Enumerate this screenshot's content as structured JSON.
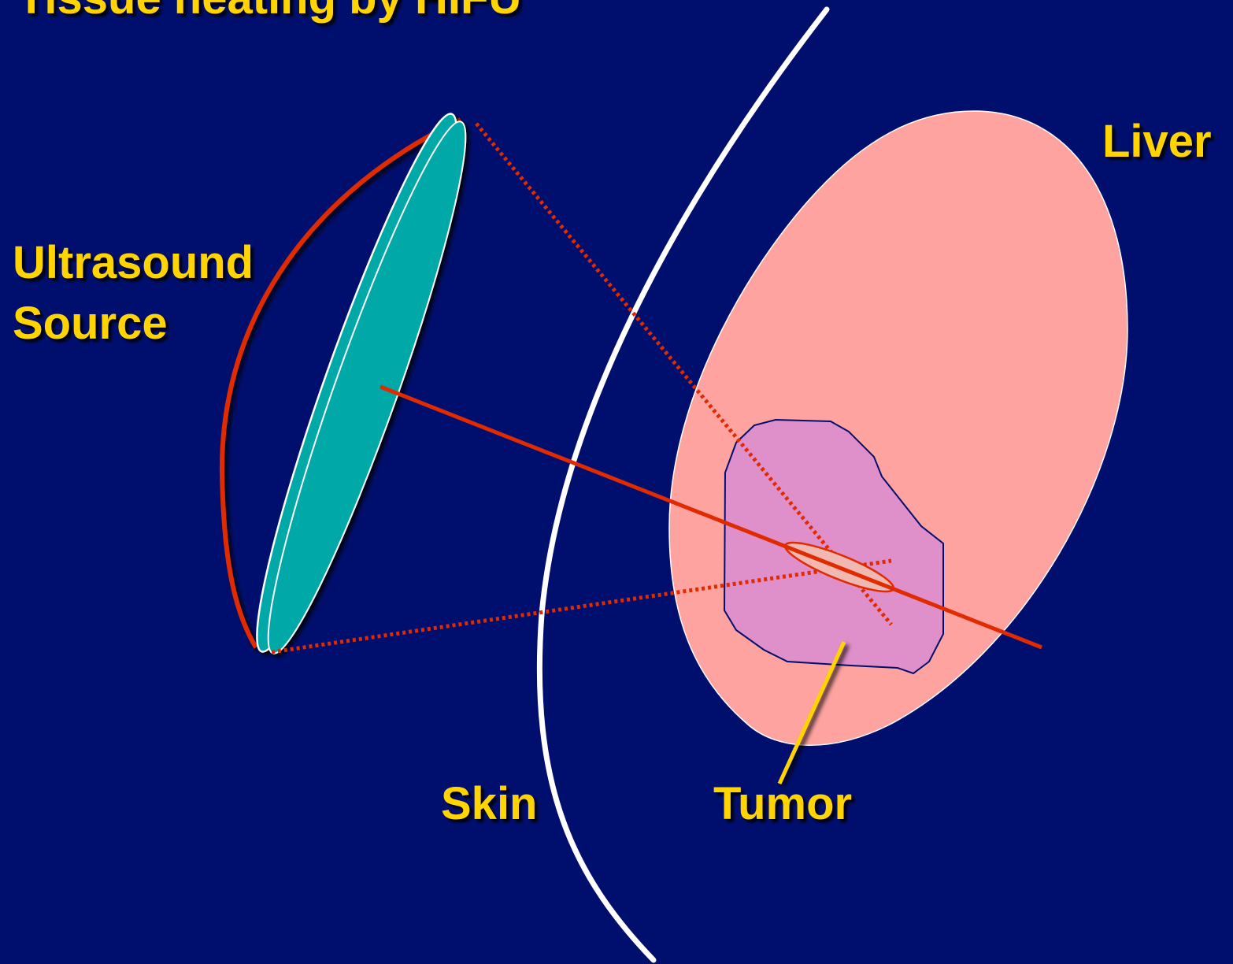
{
  "title": "Tissue heating by HIFU",
  "labels": {
    "liver": "Liver",
    "ultrasound_source_line1": "Ultrasound",
    "ultrasound_source_line2": "Source",
    "skin": "Skin",
    "tumor": "Tumor"
  },
  "colors": {
    "background": "#000f6e",
    "label": "#ffd400",
    "liver": "#ffa3a1",
    "tumor": "#df8fc9",
    "transducer": "#00a8a8",
    "beam": "#e02a00",
    "skin": "#ffffff",
    "focal_spot": "#f0b8b0"
  }
}
